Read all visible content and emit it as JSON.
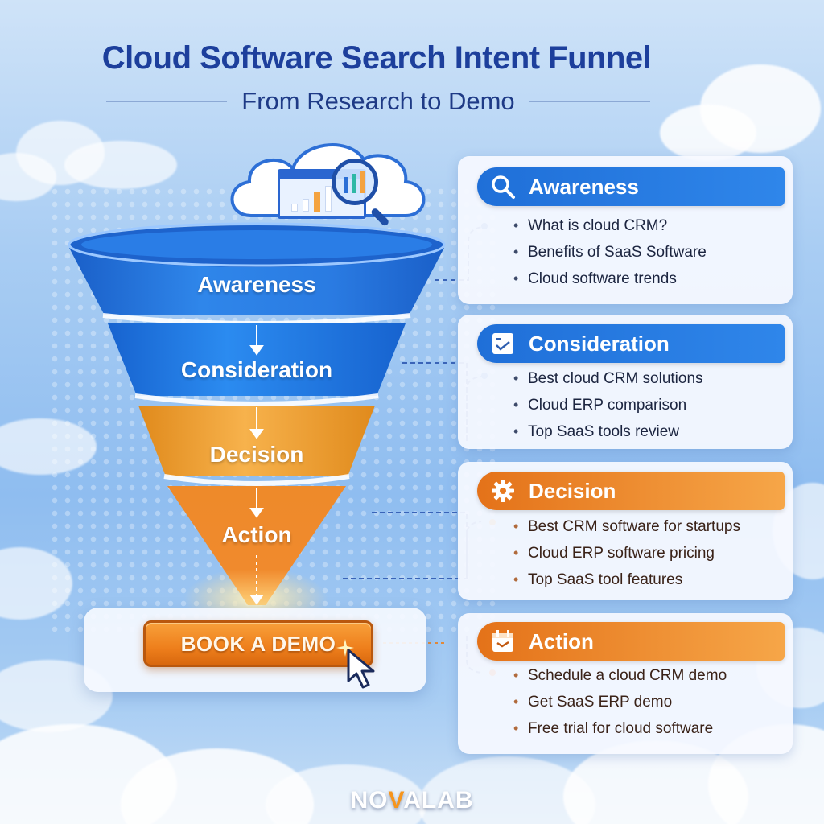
{
  "header": {
    "title": "Cloud Software Search Intent Funnel",
    "subtitle": "From Research to Demo"
  },
  "hero_icon": {
    "name": "cloud-analytics-search-icon",
    "description": "cloud with dashboard chart and magnifying glass"
  },
  "funnel": {
    "stages": [
      {
        "label": "Awareness",
        "color": "#1f6fd8"
      },
      {
        "label": "Consideration",
        "color": "#1e78e0"
      },
      {
        "label": "Decision",
        "color": "#f0a02e"
      },
      {
        "label": "Action",
        "color": "#ea7a1e"
      }
    ],
    "cta": {
      "label": "BOOK A DEMO",
      "color": "#ee7f1c"
    }
  },
  "cards": [
    {
      "title": "Awareness",
      "icon": "search-icon",
      "color": "#1f6fd8",
      "items": [
        "What is cloud CRM?",
        "Benefits of SaaS Software",
        "Cloud software trends"
      ]
    },
    {
      "title": "Consideration",
      "icon": "checklist-icon",
      "color": "#1f6fd8",
      "items": [
        "Best cloud CRM solutions",
        "Cloud ERP comparison",
        "Top SaaS tools review"
      ]
    },
    {
      "title": "Decision",
      "icon": "gear-icon",
      "color": "#e47219",
      "items": [
        "Best CRM software for startups",
        "Cloud ERP software pricing",
        "Top SaaS tool features"
      ]
    },
    {
      "title": "Action",
      "icon": "calendar-icon",
      "color": "#e47219",
      "items": [
        "Schedule a cloud CRM demo",
        "Get SaaS ERP demo",
        "Free trial for cloud software"
      ]
    }
  ],
  "brand": {
    "pre": "NO",
    "accent": "V",
    "post": "ALAB",
    "accent_color": "#f6951d"
  }
}
